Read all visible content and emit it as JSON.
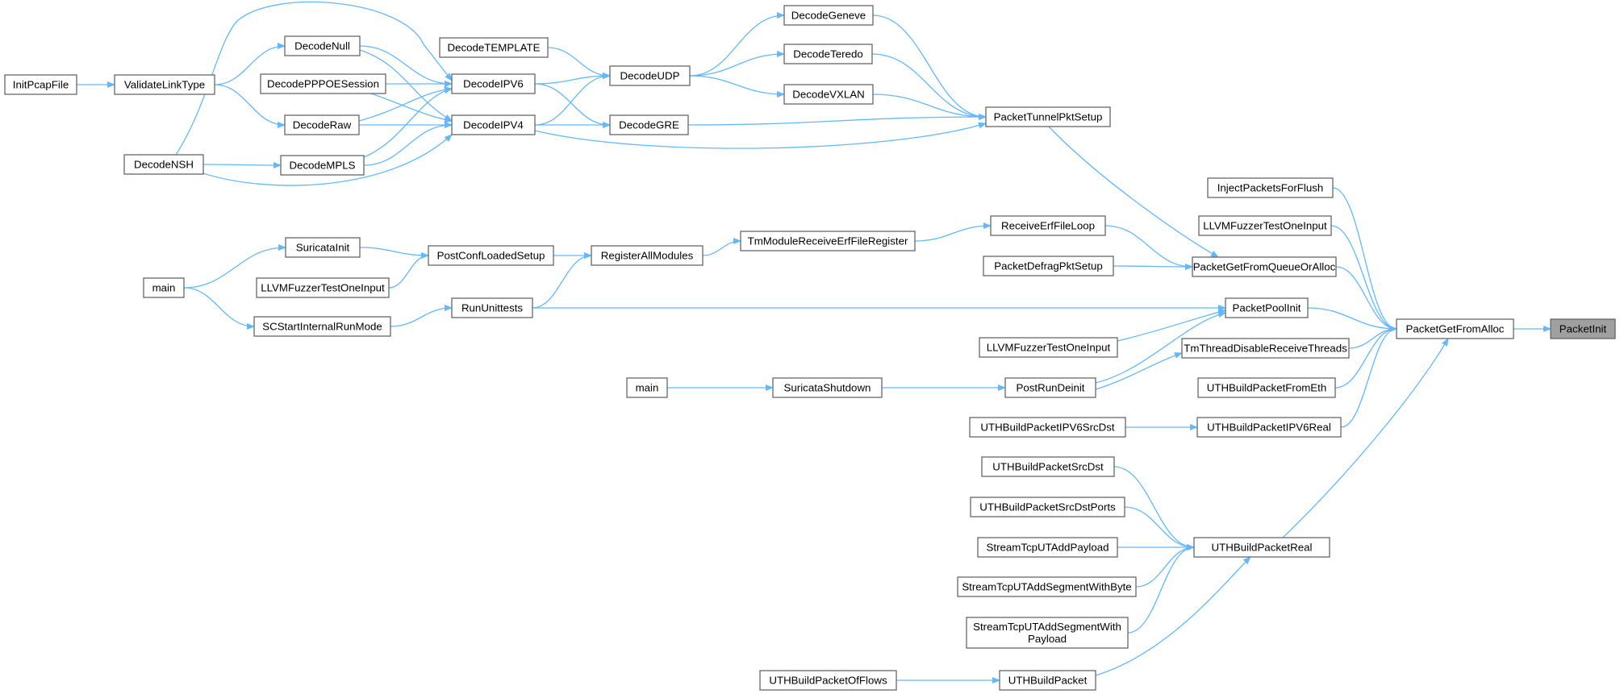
{
  "graph": {
    "title": "",
    "edge_color": "#63b8ff",
    "node_border_color": "#666666",
    "root_fill_color": "#a0a0a0",
    "root_node": "PacketInit",
    "nodes": [
      {
        "id": "InitPcapFile",
        "lines": [
          "InitPcapFile"
        ],
        "root": false
      },
      {
        "id": "ValidateLinkType",
        "lines": [
          "ValidateLinkType"
        ],
        "root": false
      },
      {
        "id": "DecodeNSH",
        "lines": [
          "DecodeNSH"
        ],
        "root": false
      },
      {
        "id": "DecodeNull",
        "lines": [
          "DecodeNull"
        ],
        "root": false
      },
      {
        "id": "DecodePPPOESession",
        "lines": [
          "DecodePPPOESession"
        ],
        "root": false
      },
      {
        "id": "DecodeRaw",
        "lines": [
          "DecodeRaw"
        ],
        "root": false
      },
      {
        "id": "DecodeMPLS",
        "lines": [
          "DecodeMPLS"
        ],
        "root": false
      },
      {
        "id": "DecodeIPV6",
        "lines": [
          "DecodeIPV6"
        ],
        "root": false
      },
      {
        "id": "DecodeIPV4",
        "lines": [
          "DecodeIPV4"
        ],
        "root": false
      },
      {
        "id": "DecodeTEMPLATE",
        "lines": [
          "DecodeTEMPLATE"
        ],
        "root": false
      },
      {
        "id": "DecodeUDP",
        "lines": [
          "DecodeUDP"
        ],
        "root": false
      },
      {
        "id": "DecodeGRE",
        "lines": [
          "DecodeGRE"
        ],
        "root": false
      },
      {
        "id": "DecodeGeneve",
        "lines": [
          "DecodeGeneve"
        ],
        "root": false
      },
      {
        "id": "DecodeTeredo",
        "lines": [
          "DecodeTeredo"
        ],
        "root": false
      },
      {
        "id": "DecodeVXLAN",
        "lines": [
          "DecodeVXLAN"
        ],
        "root": false
      },
      {
        "id": "PacketTunnelPktSetup",
        "lines": [
          "PacketTunnelPktSetup"
        ],
        "root": false
      },
      {
        "id": "main1",
        "lines": [
          "main"
        ],
        "root": false
      },
      {
        "id": "SuricataInit",
        "lines": [
          "SuricataInit"
        ],
        "root": false
      },
      {
        "id": "LLVMFuzzer1",
        "lines": [
          "LLVMFuzzerTestOneInput"
        ],
        "root": false
      },
      {
        "id": "SCStartInternalRunMode",
        "lines": [
          "SCStartInternalRunMode"
        ],
        "root": false
      },
      {
        "id": "PostConfLoadedSetup",
        "lines": [
          "PostConfLoadedSetup"
        ],
        "root": false
      },
      {
        "id": "RunUnittests",
        "lines": [
          "RunUnittests"
        ],
        "root": false
      },
      {
        "id": "RegisterAllModules",
        "lines": [
          "RegisterAllModules"
        ],
        "root": false
      },
      {
        "id": "TmModuleReceiveErfFileRegister",
        "lines": [
          "TmModuleReceiveErfFileRegister"
        ],
        "root": false
      },
      {
        "id": "ReceiveErfFileLoop",
        "lines": [
          "ReceiveErfFileLoop"
        ],
        "root": false
      },
      {
        "id": "PacketDefragPktSetup",
        "lines": [
          "PacketDefragPktSetup"
        ],
        "root": false
      },
      {
        "id": "PacketGetFromQueueOrAlloc",
        "lines": [
          "PacketGetFromQueueOrAlloc"
        ],
        "root": false
      },
      {
        "id": "InjectPacketsForFlush",
        "lines": [
          "InjectPacketsForFlush"
        ],
        "root": false
      },
      {
        "id": "LLVMFuzzer2",
        "lines": [
          "LLVMFuzzerTestOneInput"
        ],
        "root": false
      },
      {
        "id": "PacketPoolInit",
        "lines": [
          "PacketPoolInit"
        ],
        "root": false
      },
      {
        "id": "LLVMFuzzer3",
        "lines": [
          "LLVMFuzzerTestOneInput"
        ],
        "root": false
      },
      {
        "id": "TmThreadDisableReceiveThreads",
        "lines": [
          "TmThreadDisableReceiveThreads"
        ],
        "root": false
      },
      {
        "id": "main2",
        "lines": [
          "main"
        ],
        "root": false
      },
      {
        "id": "SuricataShutdown",
        "lines": [
          "SuricataShutdown"
        ],
        "root": false
      },
      {
        "id": "PostRunDeinit",
        "lines": [
          "PostRunDeinit"
        ],
        "root": false
      },
      {
        "id": "UTHBuildPacketFromEth",
        "lines": [
          "UTHBuildPacketFromEth"
        ],
        "root": false
      },
      {
        "id": "UTHBuildPacketIPV6SrcDst",
        "lines": [
          "UTHBuildPacketIPV6SrcDst"
        ],
        "root": false
      },
      {
        "id": "UTHBuildPacketIPV6Real",
        "lines": [
          "UTHBuildPacketIPV6Real"
        ],
        "root": false
      },
      {
        "id": "PacketGetFromAlloc",
        "lines": [
          "PacketGetFromAlloc"
        ],
        "root": false
      },
      {
        "id": "PacketInit",
        "lines": [
          "PacketInit"
        ],
        "root": true
      },
      {
        "id": "UTHBuildPacketSrcDst",
        "lines": [
          "UTHBuildPacketSrcDst"
        ],
        "root": false
      },
      {
        "id": "UTHBuildPacketSrcDstPorts",
        "lines": [
          "UTHBuildPacketSrcDstPorts"
        ],
        "root": false
      },
      {
        "id": "StreamTcpUTAddPayload",
        "lines": [
          "StreamTcpUTAddPayload"
        ],
        "root": false
      },
      {
        "id": "StreamTcpUTAddSegmentWithByte",
        "lines": [
          "StreamTcpUTAddSegmentWithByte"
        ],
        "root": false
      },
      {
        "id": "StreamTcpUTAddSegmentWithPayload",
        "lines": [
          "StreamTcpUTAddSegmentWith",
          "Payload"
        ],
        "root": false
      },
      {
        "id": "UTHBuildPacketReal",
        "lines": [
          "UTHBuildPacketReal"
        ],
        "root": false
      },
      {
        "id": "UTHBuildPacketOfFlows",
        "lines": [
          "UTHBuildPacketOfFlows"
        ],
        "root": false
      },
      {
        "id": "UTHBuildPacket",
        "lines": [
          "UTHBuildPacket"
        ],
        "root": false
      }
    ],
    "edges": [
      {
        "from": "InitPcapFile",
        "to": "ValidateLinkType"
      },
      {
        "from": "ValidateLinkType",
        "to": "DecodeNull"
      },
      {
        "from": "ValidateLinkType",
        "to": "DecodeRaw"
      },
      {
        "from": "DecodeNSH",
        "to": "DecodeIPV6"
      },
      {
        "from": "DecodeNSH",
        "to": "DecodeMPLS"
      },
      {
        "from": "DecodeNSH",
        "to": "DecodeIPV4"
      },
      {
        "from": "DecodeNull",
        "to": "DecodeIPV6"
      },
      {
        "from": "DecodeNull",
        "to": "DecodeIPV4"
      },
      {
        "from": "DecodePPPOESession",
        "to": "DecodeIPV6"
      },
      {
        "from": "DecodePPPOESession",
        "to": "DecodeIPV4"
      },
      {
        "from": "DecodeRaw",
        "to": "DecodeIPV6"
      },
      {
        "from": "DecodeRaw",
        "to": "DecodeIPV4"
      },
      {
        "from": "DecodeMPLS",
        "to": "DecodeIPV6"
      },
      {
        "from": "DecodeMPLS",
        "to": "DecodeIPV4"
      },
      {
        "from": "DecodeIPV6",
        "to": "DecodeUDP"
      },
      {
        "from": "DecodeIPV6",
        "to": "DecodeGRE"
      },
      {
        "from": "DecodeIPV4",
        "to": "DecodeUDP"
      },
      {
        "from": "DecodeIPV4",
        "to": "DecodeGRE"
      },
      {
        "from": "DecodeIPV4",
        "to": "PacketTunnelPktSetup"
      },
      {
        "from": "DecodeTEMPLATE",
        "to": "DecodeUDP"
      },
      {
        "from": "DecodeUDP",
        "to": "DecodeGeneve"
      },
      {
        "from": "DecodeUDP",
        "to": "DecodeTeredo"
      },
      {
        "from": "DecodeUDP",
        "to": "DecodeVXLAN"
      },
      {
        "from": "DecodeGRE",
        "to": "PacketTunnelPktSetup"
      },
      {
        "from": "DecodeGeneve",
        "to": "PacketTunnelPktSetup"
      },
      {
        "from": "DecodeTeredo",
        "to": "PacketTunnelPktSetup"
      },
      {
        "from": "DecodeVXLAN",
        "to": "PacketTunnelPktSetup"
      },
      {
        "from": "PacketTunnelPktSetup",
        "to": "PacketGetFromQueueOrAlloc"
      },
      {
        "from": "main1",
        "to": "SuricataInit"
      },
      {
        "from": "main1",
        "to": "SCStartInternalRunMode"
      },
      {
        "from": "SuricataInit",
        "to": "PostConfLoadedSetup"
      },
      {
        "from": "LLVMFuzzer1",
        "to": "PostConfLoadedSetup"
      },
      {
        "from": "SCStartInternalRunMode",
        "to": "RunUnittests"
      },
      {
        "from": "PostConfLoadedSetup",
        "to": "RegisterAllModules"
      },
      {
        "from": "RunUnittests",
        "to": "RegisterAllModules"
      },
      {
        "from": "RunUnittests",
        "to": "PacketPoolInit"
      },
      {
        "from": "RegisterAllModules",
        "to": "TmModuleReceiveErfFileRegister"
      },
      {
        "from": "TmModuleReceiveErfFileRegister",
        "to": "ReceiveErfFileLoop"
      },
      {
        "from": "ReceiveErfFileLoop",
        "to": "PacketGetFromQueueOrAlloc"
      },
      {
        "from": "PacketDefragPktSetup",
        "to": "PacketGetFromQueueOrAlloc"
      },
      {
        "from": "PacketGetFromQueueOrAlloc",
        "to": "PacketGetFromAlloc"
      },
      {
        "from": "InjectPacketsForFlush",
        "to": "PacketGetFromAlloc"
      },
      {
        "from": "LLVMFuzzer2",
        "to": "PacketGetFromAlloc"
      },
      {
        "from": "PacketPoolInit",
        "to": "PacketGetFromAlloc"
      },
      {
        "from": "LLVMFuzzer3",
        "to": "PacketPoolInit"
      },
      {
        "from": "PostRunDeinit",
        "to": "PacketPoolInit"
      },
      {
        "from": "TmThreadDisableReceiveThreads",
        "to": "PacketGetFromAlloc"
      },
      {
        "from": "main2",
        "to": "SuricataShutdown"
      },
      {
        "from": "SuricataShutdown",
        "to": "PostRunDeinit"
      },
      {
        "from": "PostRunDeinit",
        "to": "TmThreadDisableReceiveThreads"
      },
      {
        "from": "UTHBuildPacketFromEth",
        "to": "PacketGetFromAlloc"
      },
      {
        "from": "UTHBuildPacketIPV6SrcDst",
        "to": "UTHBuildPacketIPV6Real"
      },
      {
        "from": "UTHBuildPacketIPV6Real",
        "to": "PacketGetFromAlloc"
      },
      {
        "from": "PacketGetFromAlloc",
        "to": "PacketInit"
      },
      {
        "from": "UTHBuildPacketSrcDst",
        "to": "UTHBuildPacketReal"
      },
      {
        "from": "UTHBuildPacketSrcDstPorts",
        "to": "UTHBuildPacketReal"
      },
      {
        "from": "StreamTcpUTAddPayload",
        "to": "UTHBuildPacketReal"
      },
      {
        "from": "StreamTcpUTAddSegmentWithByte",
        "to": "UTHBuildPacketReal"
      },
      {
        "from": "StreamTcpUTAddSegmentWithPayload",
        "to": "UTHBuildPacketReal"
      },
      {
        "from": "UTHBuildPacket",
        "to": "UTHBuildPacketReal"
      },
      {
        "from": "UTHBuildPacketReal",
        "to": "PacketGetFromAlloc"
      },
      {
        "from": "UTHBuildPacketOfFlows",
        "to": "UTHBuildPacket"
      }
    ]
  }
}
